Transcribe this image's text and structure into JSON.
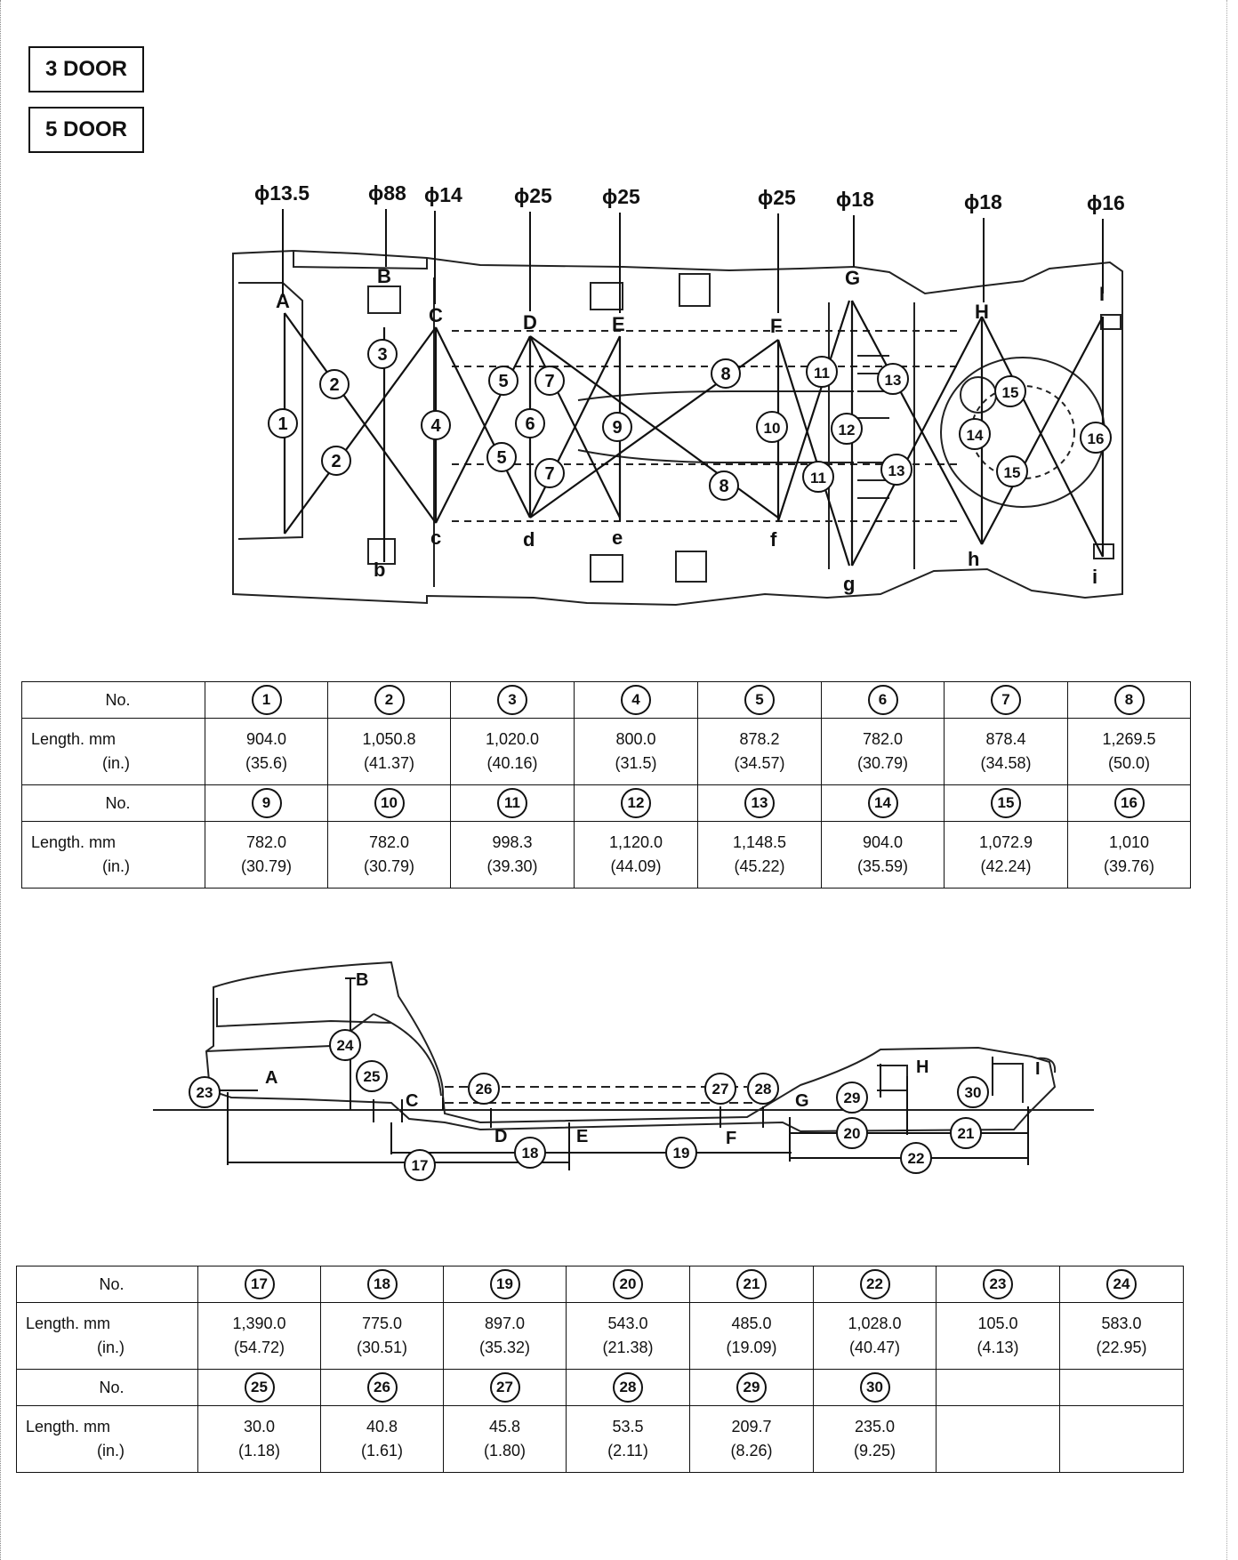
{
  "doors": [
    "3 DOOR",
    "5 DOOR"
  ],
  "top_diagram": {
    "diameters": [
      "ϕ13.5",
      "ϕ88",
      "ϕ14",
      "ϕ25",
      "ϕ25",
      "ϕ25",
      "ϕ18",
      "ϕ18",
      "ϕ16"
    ],
    "upper_points": [
      "A",
      "B",
      "C",
      "D",
      "E",
      "F",
      "G",
      "H",
      "I"
    ],
    "lower_points": [
      "b",
      "c",
      "d",
      "e",
      "f",
      "g",
      "h",
      "i"
    ]
  },
  "side_diagram": {
    "points": [
      "A",
      "B",
      "C",
      "D",
      "E",
      "F",
      "G",
      "H",
      "I"
    ],
    "callouts": [
      "17",
      "18",
      "19",
      "20",
      "21",
      "22",
      "23",
      "24",
      "25",
      "26",
      "27",
      "28",
      "29",
      "30"
    ]
  },
  "table_labels": {
    "no": "No.",
    "length": "Length. mm",
    "inch": "(in.)"
  },
  "table1": {
    "rows": [
      {
        "nos": [
          "1",
          "2",
          "3",
          "4",
          "5",
          "6",
          "7",
          "8"
        ],
        "mm": [
          "904.0",
          "1,050.8",
          "1,020.0",
          "800.0",
          "878.2",
          "782.0",
          "878.4",
          "1,269.5"
        ],
        "in": [
          "(35.6)",
          "(41.37)",
          "(40.16)",
          "(31.5)",
          "(34.57)",
          "(30.79)",
          "(34.58)",
          "(50.0)"
        ]
      },
      {
        "nos": [
          "9",
          "10",
          "11",
          "12",
          "13",
          "14",
          "15",
          "16"
        ],
        "mm": [
          "782.0",
          "782.0",
          "998.3",
          "1,120.0",
          "1,148.5",
          "904.0",
          "1,072.9",
          "1,010"
        ],
        "in": [
          "(30.79)",
          "(30.79)",
          "(39.30)",
          "(44.09)",
          "(45.22)",
          "(35.59)",
          "(42.24)",
          "(39.76)"
        ]
      }
    ]
  },
  "table2": {
    "rows": [
      {
        "nos": [
          "17",
          "18",
          "19",
          "20",
          "21",
          "22",
          "23",
          "24"
        ],
        "mm": [
          "1,390.0",
          "775.0",
          "897.0",
          "543.0",
          "485.0",
          "1,028.0",
          "105.0",
          "583.0"
        ],
        "in": [
          "(54.72)",
          "(30.51)",
          "(35.32)",
          "(21.38)",
          "(19.09)",
          "(40.47)",
          "(4.13)",
          "(22.95)"
        ]
      },
      {
        "nos": [
          "25",
          "26",
          "27",
          "28",
          "29",
          "30",
          "",
          ""
        ],
        "mm": [
          "30.0",
          "40.8",
          "45.8",
          "53.5",
          "209.7",
          "235.0",
          "",
          ""
        ],
        "in": [
          "(1.18)",
          "(1.61)",
          "(1.80)",
          "(2.11)",
          "(8.26)",
          "(9.25)",
          "",
          ""
        ]
      }
    ]
  }
}
